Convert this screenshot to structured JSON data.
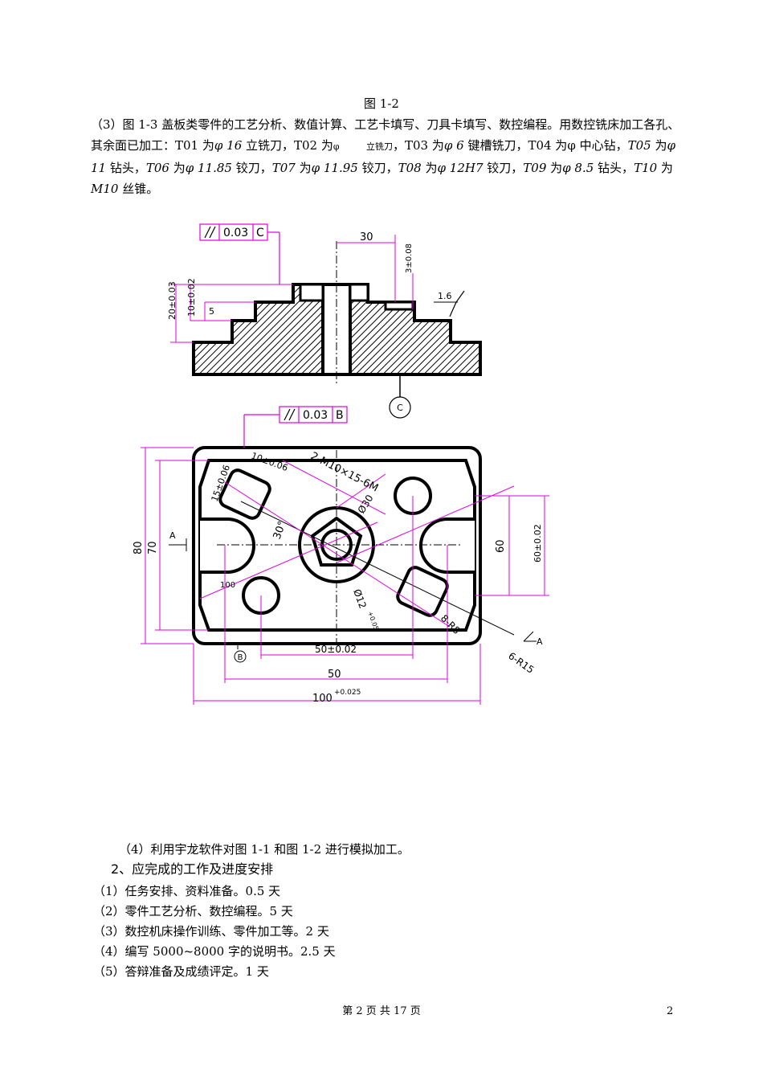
{
  "fig_caption": "图 1-2",
  "para3": {
    "seg1": "（3）图 1-3 盖板类零件的工艺分析、数值计算、工艺卡填写、刀具卡填写、数控编程。用数控铣床加工各孔、其余面已加工：T01 为",
    "phi16": "φ 16",
    "seg2": " 立铣刀，T02 为",
    "phi_blank": "φ",
    "seg3": "立铣刀",
    "seg4": "，T03 为",
    "phi6": "φ 6",
    "seg5": " 键槽铣刀，T04 为",
    "seg6": "φ",
    "seg7": " 中心钻，",
    "t05": "T05",
    "seg8": " 为",
    "phi11": "φ 11",
    "seg9": " 钻头，",
    "t06": "T06",
    "seg10": " 为",
    "phi1185": "φ 11.85",
    "seg11": " 铰刀，",
    "t07": "T07",
    "seg12": " 为",
    "phi1195": "φ 11.95",
    "seg13": " 铰刀，",
    "t08": "T08",
    "seg14": " 为",
    "phi12h7": "φ 12H7",
    "seg15": " 铰刀，",
    "t09": "T09",
    "seg16": " 为",
    "phi85": "φ 8.5",
    "seg17": " 钻头，",
    "t10": "T10",
    "seg18": " 为 ",
    "m10": "M10",
    "seg19": " 丝锥。"
  },
  "drawing": {
    "tol_c": "0.03",
    "datum_c": "C",
    "tol_b": "0.03",
    "datum_b": "B",
    "dim_30": "30",
    "dim_3": "3±0.08",
    "dim_20": "20±0.03",
    "dim_10": "10±0.02",
    "dim_5": "5",
    "rough": "1.6",
    "datum_c_circle": "C",
    "datum_b_circle": "B",
    "dim_150": "15±0.06",
    "dim_100": "10±0.06",
    "thread": "2-M10×15-6M",
    "phi30": "Ø30",
    "phi12": "Ø12",
    "phi12_tol": "+0.05",
    "angle30": "30°",
    "r8": "8-R8",
    "r15": "6-R15",
    "a_left": "A",
    "a_right": "A",
    "dim_80": "80",
    "dim_70": "70",
    "dim_60": "60",
    "dim_60b": "60±0.02",
    "dim_100s": "100",
    "dim_50a": "50±0.02",
    "dim_50": "50",
    "dim_100b": "100",
    "dim_100b_tol": "+0.025"
  },
  "para4": "（4）利用宇龙软件对图 1-1 和图 1-2 进行模拟加工。",
  "heading2": "2、应完成的工作及进度安排",
  "schedule": [
    "（1）任务安排、资料准备。0.5 天",
    "（2）零件工艺分析、数控编程。5 天",
    "（3）数控机床操作训练、零件加工等。2 天",
    "（4）编写 5000~8000 字的说明书。2.5 天",
    "（5）答辩准备及成绩评定。1 天"
  ],
  "footer": "第 2 页 共 17 页",
  "page_number": "2",
  "colors": {
    "dim": "#e000e0",
    "ink": "#000000"
  }
}
